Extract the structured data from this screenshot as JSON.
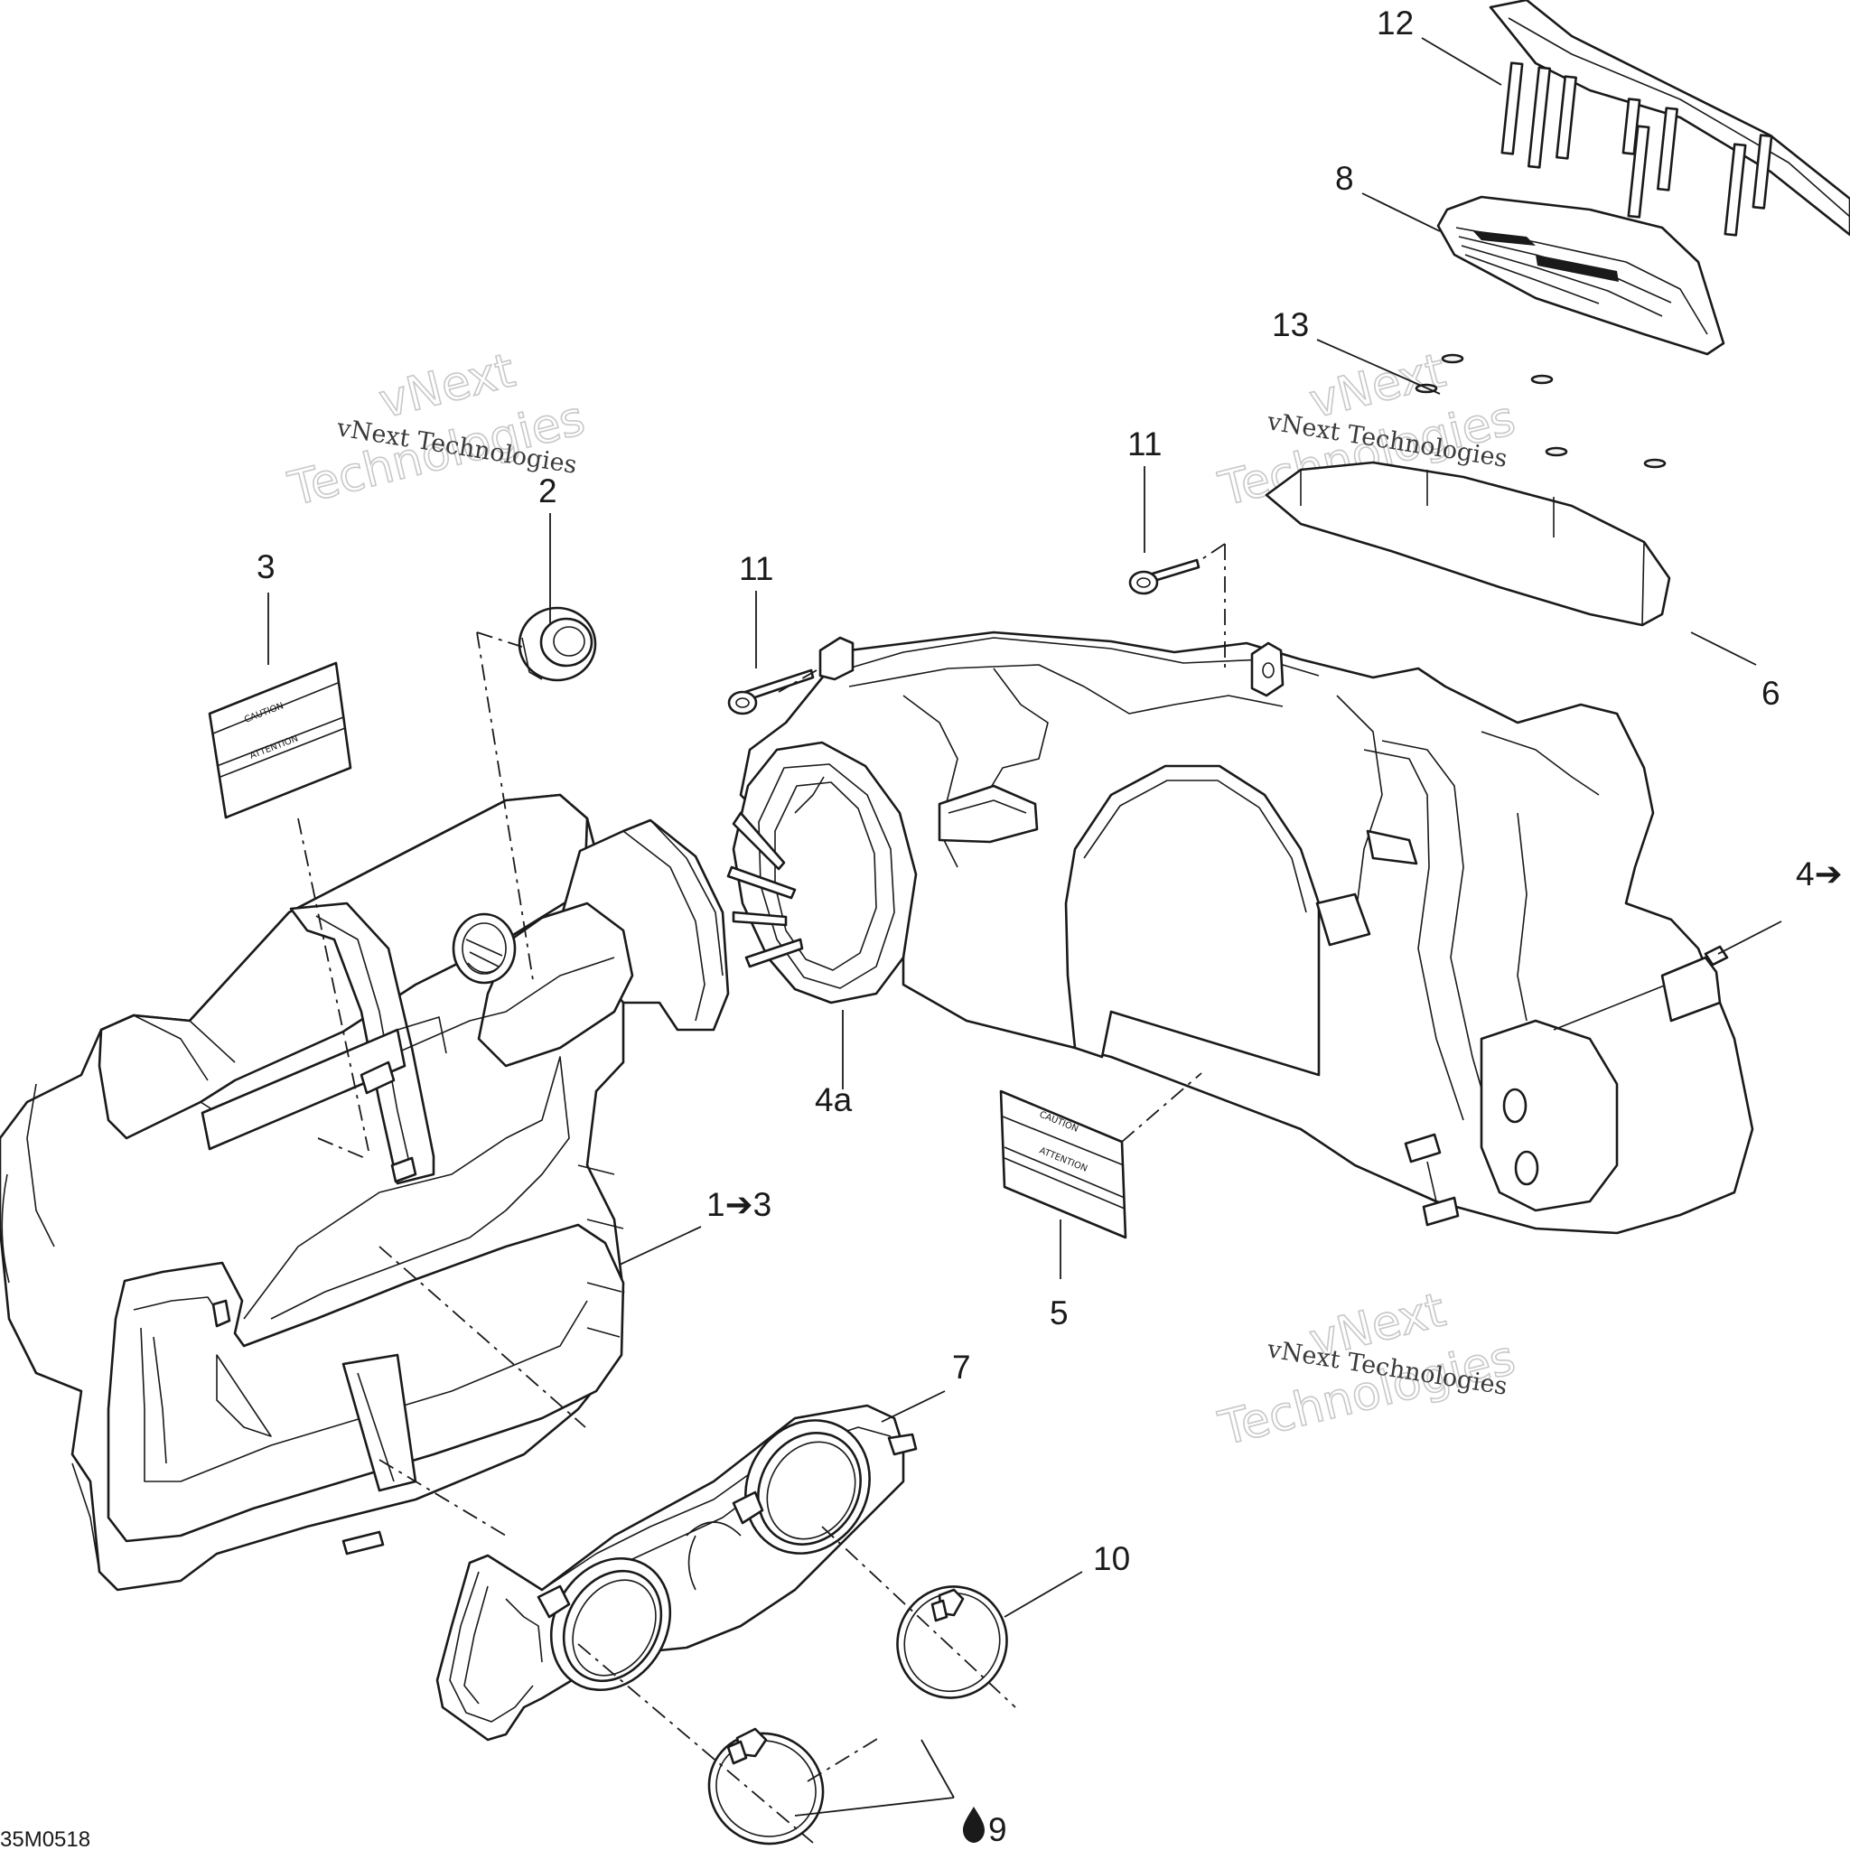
{
  "drawing_code": "35M0518",
  "watermark": {
    "line1": "vNext Technologies",
    "line2": "vNext",
    "line3": "Technologies"
  },
  "callouts": {
    "c1": "1➔3",
    "c2": "2",
    "c3": "3",
    "c4": "4➔",
    "c4a": "4a",
    "c5": "5",
    "c6": "6",
    "c7": "7",
    "c8": "8",
    "c9": "9",
    "c10": "10",
    "c11a": "11",
    "c11b": "11",
    "c12": "12",
    "c13": "13"
  },
  "decal_text": {
    "caution": "CAUTION",
    "attention": "ATTENTION"
  }
}
